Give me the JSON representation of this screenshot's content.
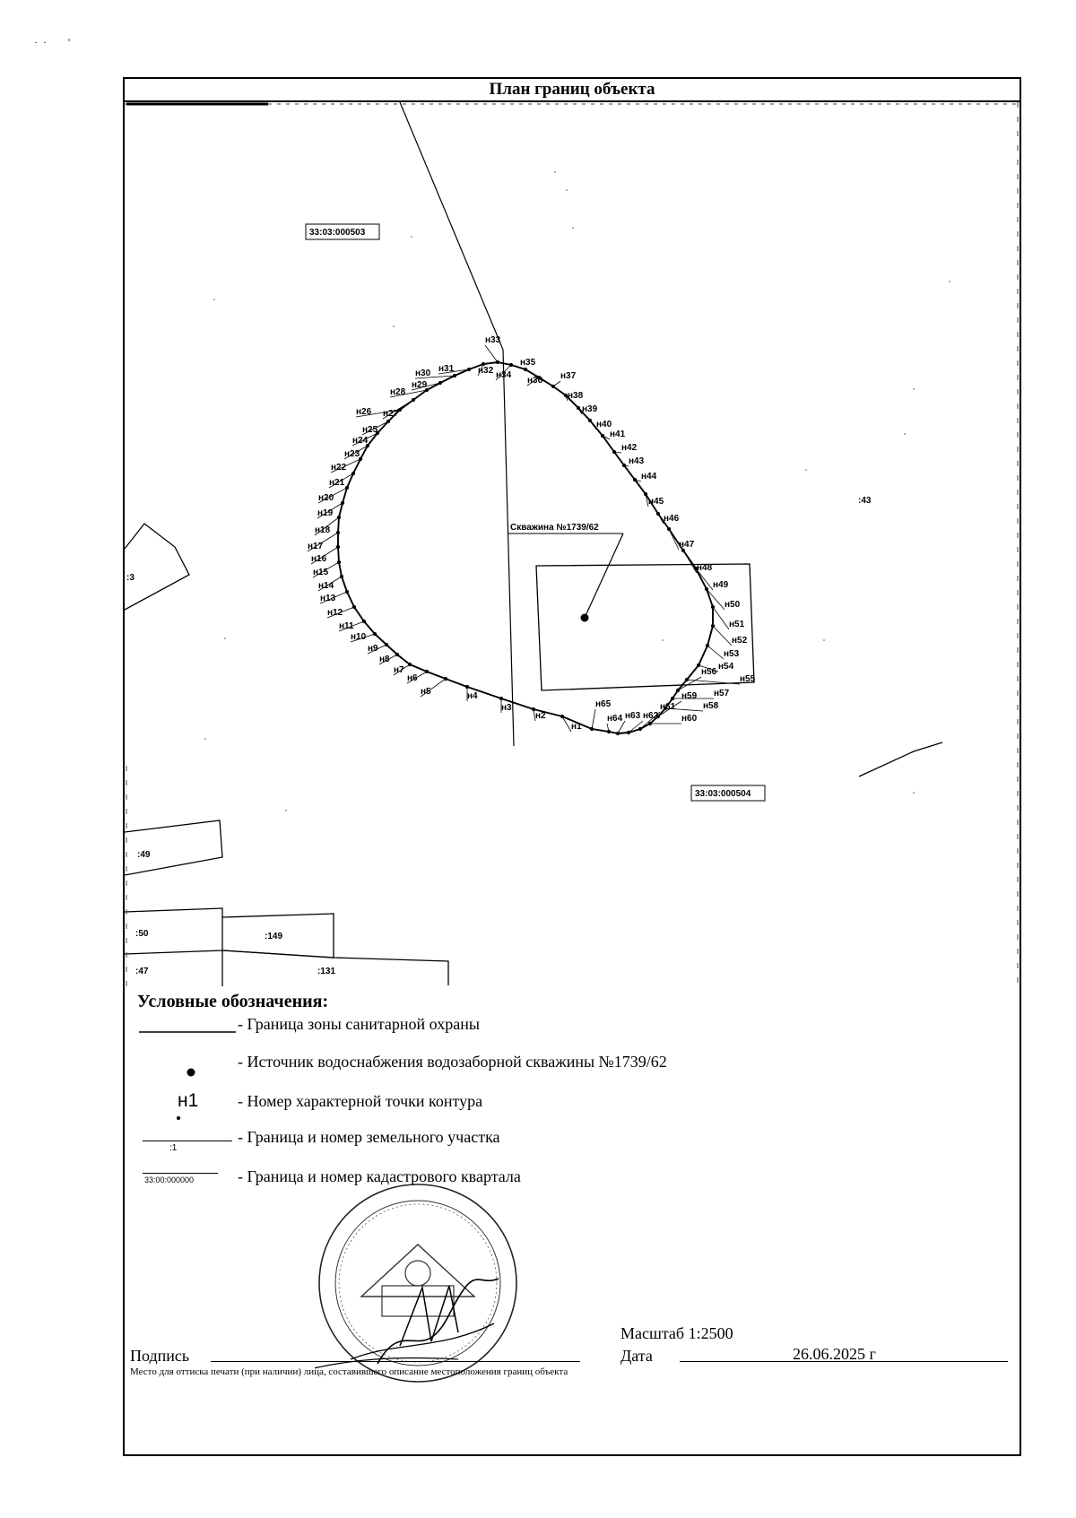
{
  "page": {
    "title": "План границ объекта"
  },
  "map": {
    "quarter_labels": [
      "33:03:000503",
      "33:03:000504"
    ],
    "parcel_labels": [
      ":3",
      ":43",
      ":49",
      ":50",
      ":149",
      ":47",
      ":131"
    ],
    "well_label": "Скважина №1739/62",
    "point_labels": [
      "н1",
      "н2",
      "н3",
      "н4",
      "н5",
      "н6",
      "н7",
      "н8",
      "н9",
      "н10",
      "н11",
      "н12",
      "н13",
      "н14",
      "н15",
      "н16",
      "н17",
      "н18",
      "н19",
      "н20",
      "н21",
      "н22",
      "н23",
      "н24",
      "н25",
      "н26",
      "н27",
      "н28",
      "н29",
      "н30",
      "н31",
      "н32",
      "н33",
      "н34",
      "н35",
      "н36",
      "н37",
      "н38",
      "н39",
      "н40",
      "н41",
      "н42",
      "н43",
      "н44",
      "н45",
      "н46",
      "н47",
      "н48",
      "н49",
      "н50",
      "н51",
      "н52",
      "н53",
      "н54",
      "н55",
      "н56",
      "н57",
      "н58",
      "н59",
      "н60",
      "н61",
      "н62",
      "н63",
      "н64",
      "н65"
    ]
  },
  "legend": {
    "title": "Условные обозначения:",
    "items": [
      {
        "text": "- Граница зоны санитарной охраны"
      },
      {
        "text": "- Источник водоснабжения водозаборной скважины №1739/62"
      },
      {
        "symbol_text": "н1",
        "text": "- Номер характерной точки контура"
      },
      {
        "symbol_text": ":1",
        "text": "- Граница и номер земельного участка"
      },
      {
        "symbol_text": "33:00:000000",
        "text": "- Граница и номер кадастрового квартала"
      }
    ]
  },
  "footer": {
    "scale": "Масштаб 1:2500",
    "signature_label": "Подпись",
    "date_label": "Дата",
    "date_value": "26.06.2025 г",
    "note": "Место для оттиска печати (при наличии) лица, составившего описание местоположения границ объекта"
  }
}
